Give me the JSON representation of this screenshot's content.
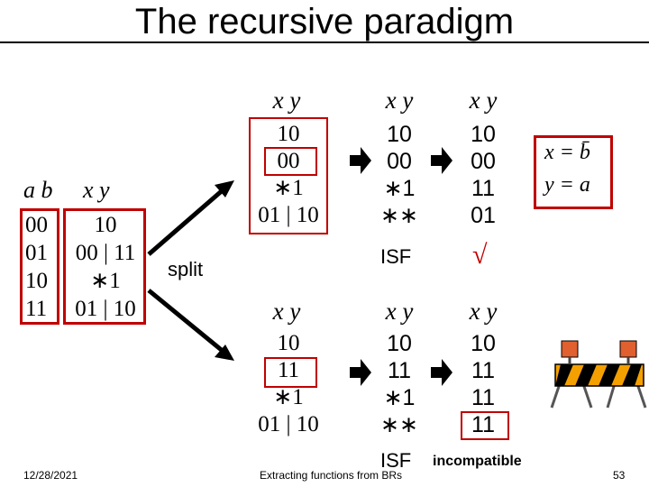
{
  "title": "The recursive paradigm",
  "left_table": {
    "ab_header": "a b",
    "xy_header": "x  y",
    "ab_rows": [
      "00",
      "01",
      "10",
      "11"
    ],
    "xy_rows": [
      "10",
      "00 | 11",
      "∗1",
      "01 | 10"
    ]
  },
  "split_label": "split",
  "top_branch": {
    "col1": {
      "header": "x y",
      "rows": [
        "10",
        "00",
        "∗1",
        "01 | 10"
      ]
    },
    "col2": {
      "header": "x y",
      "rows": [
        "10",
        "00",
        "∗1",
        "∗∗"
      ]
    },
    "col3": {
      "header": "x y",
      "rows": [
        "10",
        "00",
        "11",
        "01"
      ]
    },
    "isf_label": "ISF",
    "check": "√",
    "formula_line1": "x = b̄",
    "formula_line2": "y = a"
  },
  "bottom_branch": {
    "col1": {
      "header": "x y",
      "rows": [
        "10",
        "11",
        "∗1",
        "01 | 10"
      ]
    },
    "col2": {
      "header": "x y",
      "rows": [
        "10",
        "11",
        "∗1",
        "∗∗"
      ]
    },
    "col3": {
      "header": "x y",
      "rows": [
        "10",
        "11",
        "11",
        "11"
      ]
    },
    "isf_label": "ISF",
    "incompatible_label": "incompatible"
  },
  "footer": {
    "date": "12/28/2021",
    "center": "Extracting functions from BRs",
    "page": "53"
  },
  "colors": {
    "highlight": "#c00000",
    "text": "#000000"
  },
  "icons": [
    "arrow-right-icon",
    "roadblock-icon"
  ]
}
